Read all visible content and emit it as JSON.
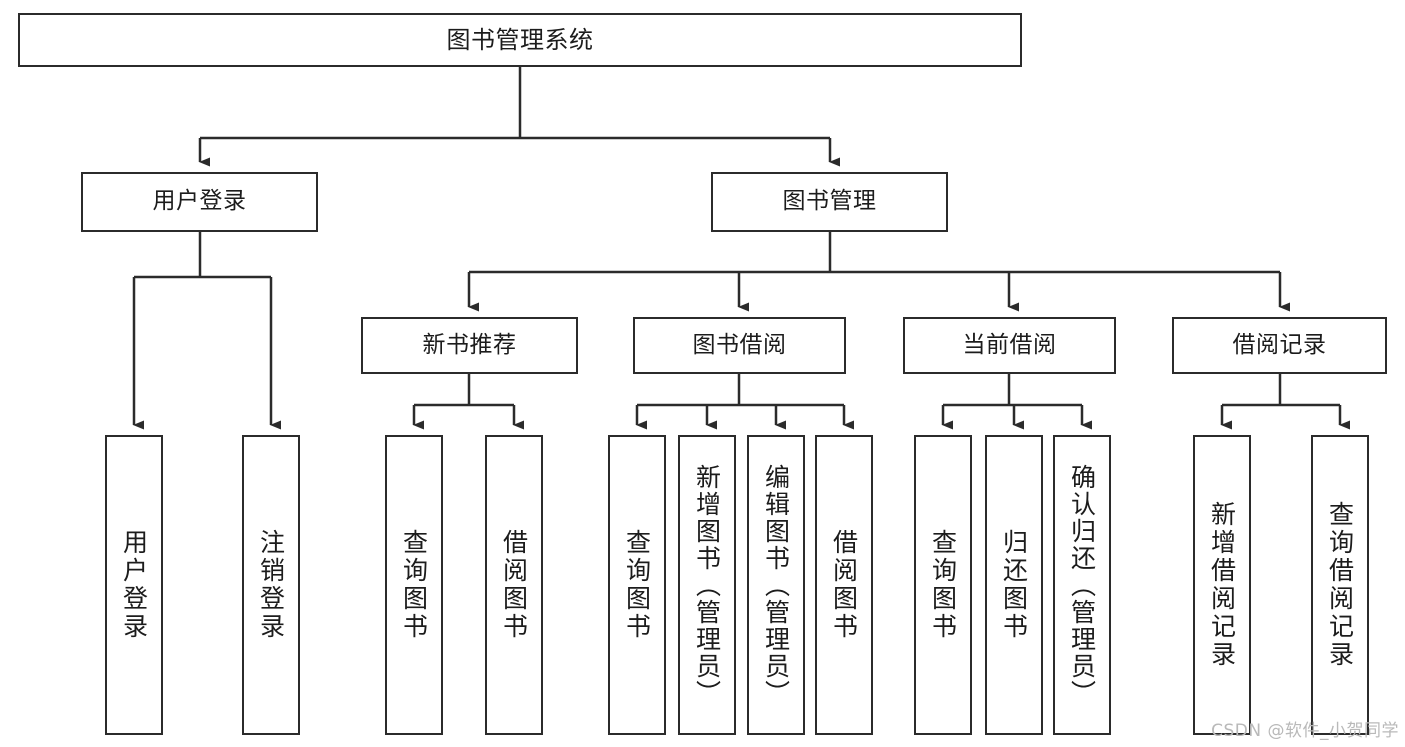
{
  "diagram": {
    "title": "图书管理系统",
    "type": "tree-hierarchy-diagram",
    "watermark": "CSDN @软件_小贺同学",
    "colors": {
      "stroke": "#2b2b2b",
      "fill": "#ffffff",
      "text": "#1c1c1c",
      "watermark": "#b9b9b9"
    },
    "nodes": {
      "root": {
        "label": "图书管理系统"
      },
      "level1": [
        {
          "id": "user-login",
          "label": "用户登录"
        },
        {
          "id": "book-management",
          "label": "图书管理"
        }
      ],
      "level2": [
        {
          "id": "new-book-recommend",
          "label": "新书推荐"
        },
        {
          "id": "book-borrow",
          "label": "图书借阅"
        },
        {
          "id": "current-borrow",
          "label": "当前借阅"
        },
        {
          "id": "borrow-record",
          "label": "借阅记录"
        }
      ],
      "leaves": {
        "user_login": [
          {
            "id": "leaf-user-login",
            "label": "用户登录"
          },
          {
            "id": "leaf-logout-login",
            "label": "注销登录"
          }
        ],
        "new_book_recommend": [
          {
            "id": "leaf-query-book-1",
            "label": "查询图书"
          },
          {
            "id": "leaf-borrow-book-1",
            "label": "借阅图书"
          }
        ],
        "book_borrow": [
          {
            "id": "leaf-query-book-2",
            "label": "查询图书"
          },
          {
            "id": "leaf-add-book",
            "label": "新增图书（管理员）"
          },
          {
            "id": "leaf-edit-book",
            "label": "编辑图书（管理员）"
          },
          {
            "id": "leaf-borrow-book-2",
            "label": "借阅图书"
          }
        ],
        "current_borrow": [
          {
            "id": "leaf-query-book-3",
            "label": "查询图书"
          },
          {
            "id": "leaf-return-book",
            "label": "归还图书"
          },
          {
            "id": "leaf-confirm-return",
            "label": "确认归还（管理员）"
          }
        ],
        "borrow_record": [
          {
            "id": "leaf-add-record",
            "label": "新增借阅记录"
          },
          {
            "id": "leaf-query-record",
            "label": "查询借阅记录"
          }
        ]
      }
    }
  }
}
